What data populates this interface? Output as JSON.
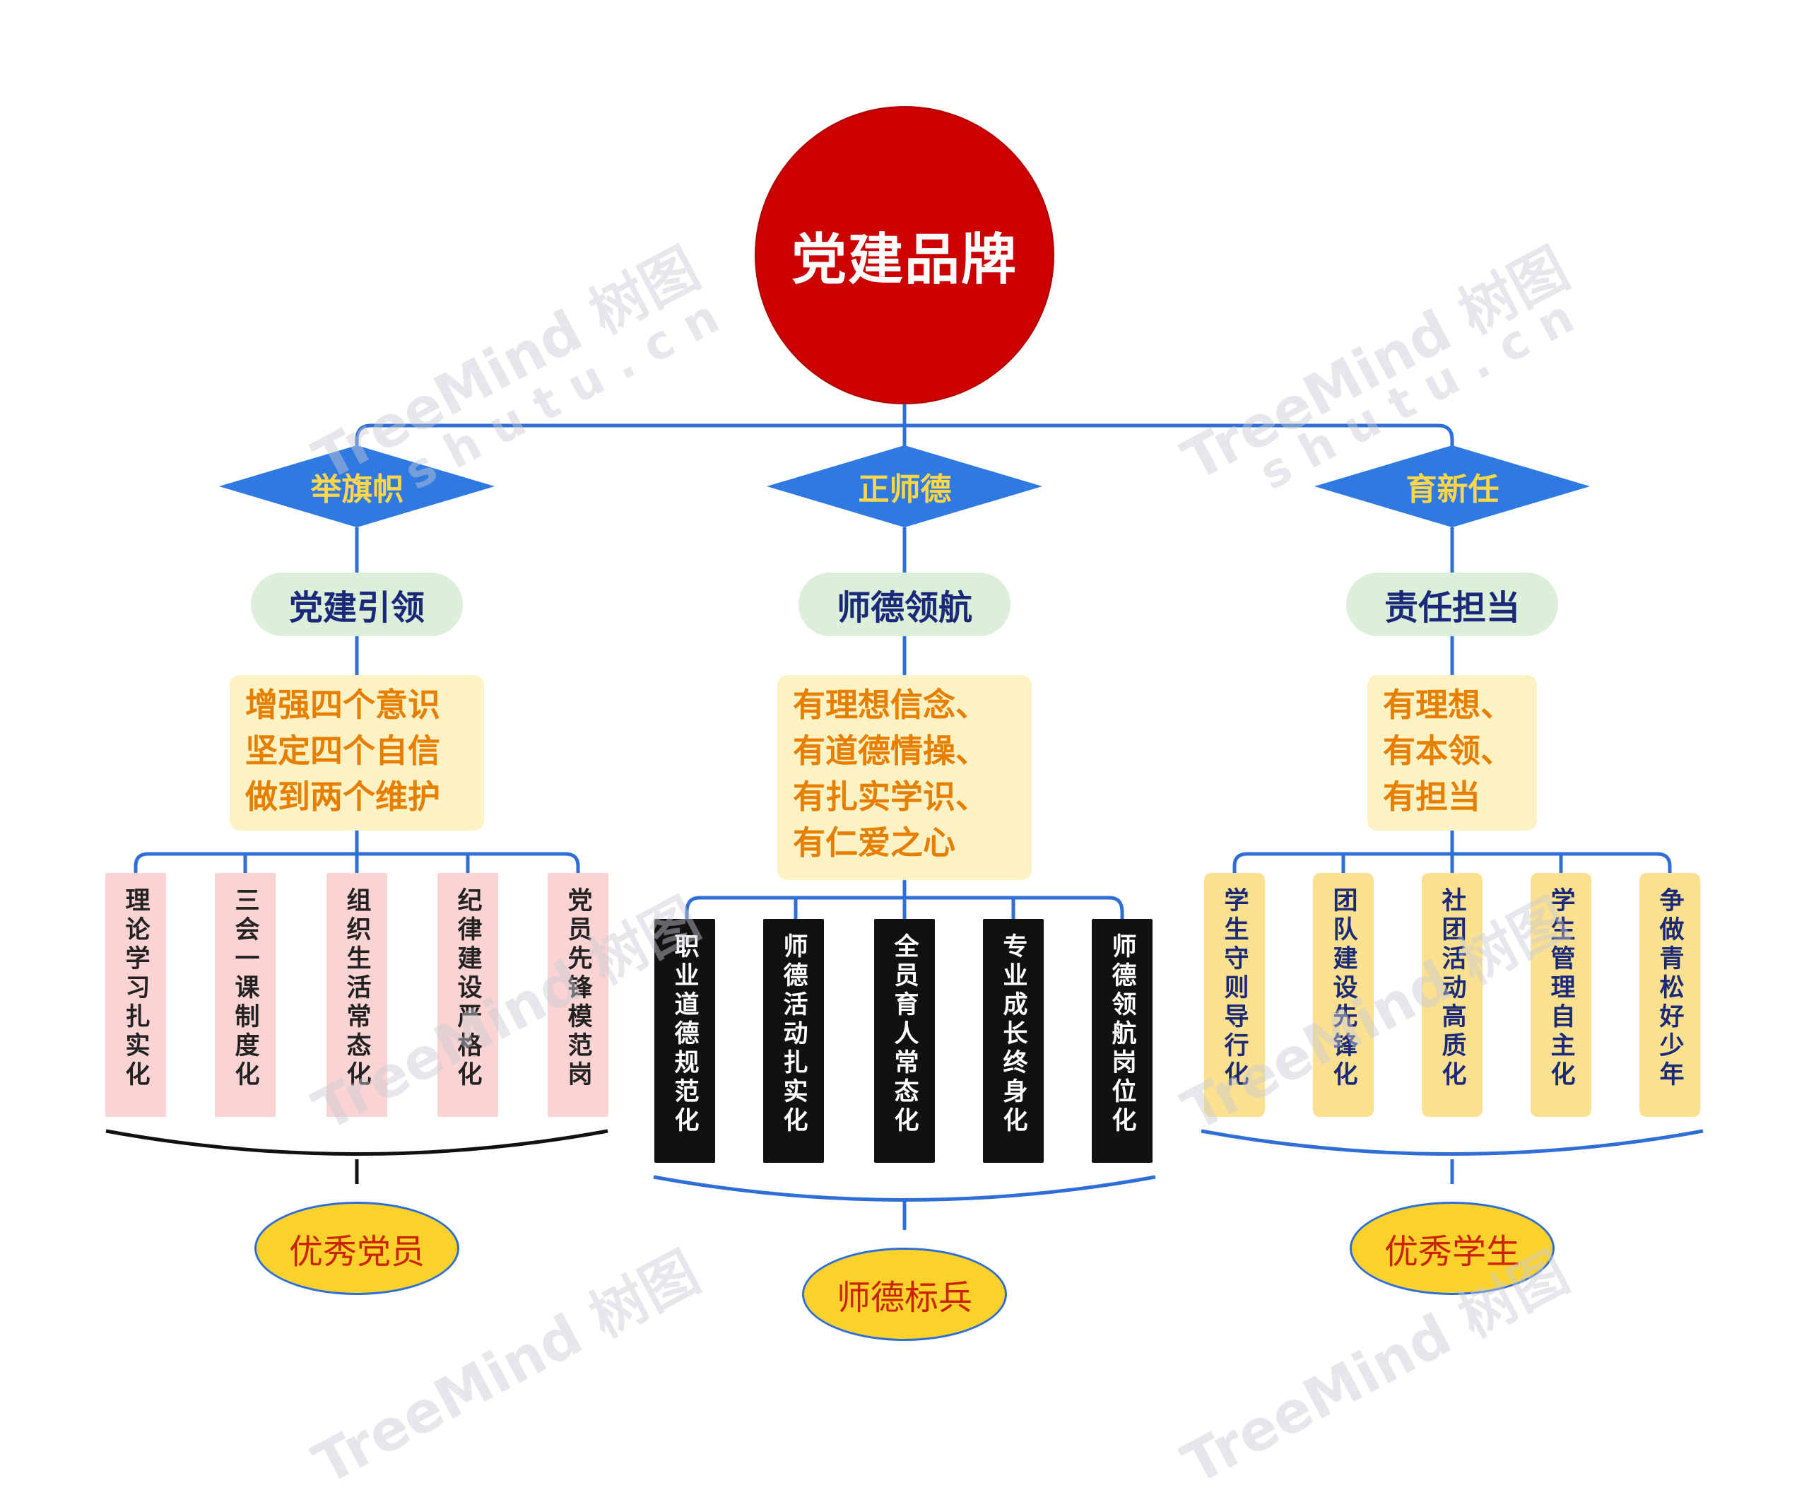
{
  "root": {
    "label": "党建品牌"
  },
  "watermark": {
    "brand": "TreeMind 树图",
    "domain": "shutu.cn"
  },
  "colors": {
    "connector": "#2f6ed6",
    "root": "#cc0000",
    "diamond": "#2f7ae0",
    "diamond_text": "#ffd54a"
  },
  "branches": [
    {
      "category": "举旗帜",
      "subtitle": "党建引领",
      "points": [
        "增强四个意识",
        "坚定四个自信",
        "做到两个维护"
      ],
      "items": [
        "理论学习扎实化",
        "三会一课制度化",
        "组织生活常态化",
        "纪律建设严格化",
        "党员先锋模范岗"
      ],
      "item_style": "pink",
      "brace_color": "#111111",
      "outcome": "优秀党员"
    },
    {
      "category": "正师德",
      "subtitle": "师德领航",
      "points": [
        "有理想信念、",
        "有道德情操、",
        "有扎实学识、",
        "有仁爱之心"
      ],
      "items": [
        "职业道德规范化",
        "师德活动扎实化",
        "全员育人常态化",
        "专业成长终身化",
        "师德领航岗位化"
      ],
      "item_style": "black",
      "brace_color": "#2f6ed6",
      "outcome": "师德标兵"
    },
    {
      "category": "育新任",
      "subtitle": "责任担当",
      "points": [
        "有理想、",
        "有本领、",
        "有担当"
      ],
      "items": [
        "学生守则导行化",
        "团队建设先锋化",
        "社团活动高质化",
        "学生管理自主化",
        "争做青松好少年"
      ],
      "item_style": "yellow",
      "brace_color": "#2f6ed6",
      "outcome": "优秀学生"
    }
  ]
}
